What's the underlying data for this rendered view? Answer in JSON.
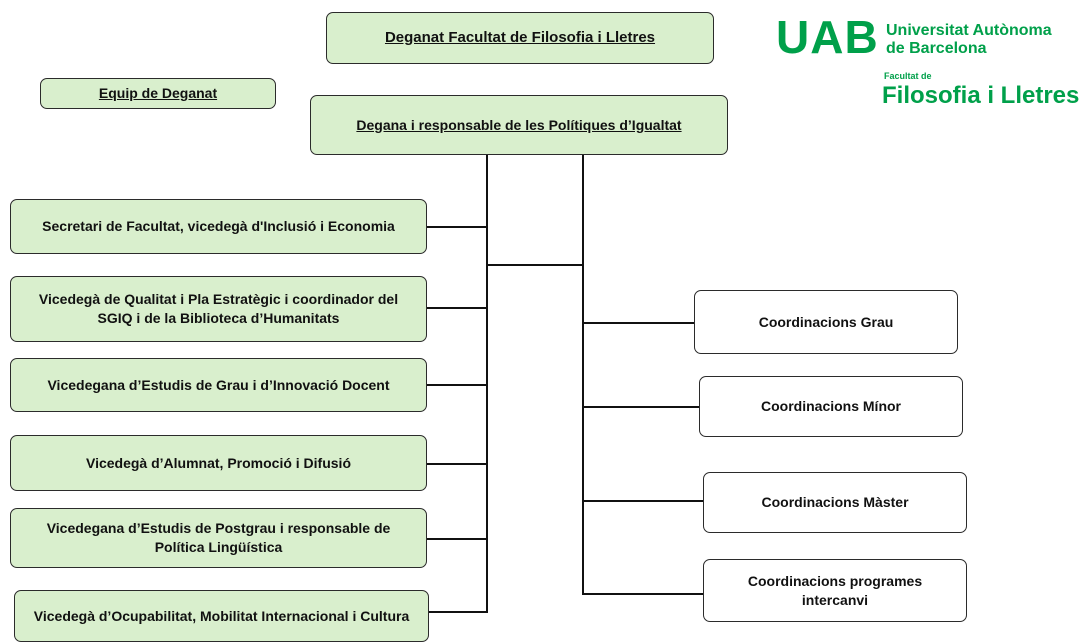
{
  "title": "Deganat Facultat de Filosofia i Lletres",
  "team_label": "Equip de Deganat",
  "dean": "Degana i responsable de les Polítiques d’Igualtat",
  "logo": {
    "acronym": "UAB",
    "line1": "Universitat Autònoma",
    "line2": "de Barcelona",
    "faculty_small": "Facultat de",
    "faculty": "Filosofia i Lletres",
    "color": "#00a04a"
  },
  "vice_deans": [
    "Secretari de Facultat, vicedegà d'Inclusió i Economia",
    "Vicedegà de Qualitat i Pla Estratègic i coordinador del SGIQ i de la Biblioteca d’Humanitats",
    "Vicedegana d’Estudis de Grau i d’Innovació Docent",
    "Vicedegà d’Alumnat, Promoció i Difusió",
    "Vicedegana d’Estudis de Postgrau i responsable de Política Lingüística",
    "Vicedegà d’Ocupabilitat, Mobilitat Internacional i Cultura"
  ],
  "coordinations": [
    "Coordinacions Grau",
    "Coordinacions Mínor",
    "Coordinacions Màster",
    "Coordinacions programes intercanvi"
  ],
  "colors": {
    "box_fill": "#d9efcd",
    "border": "#2b2b2b",
    "brand": "#00a04a"
  }
}
